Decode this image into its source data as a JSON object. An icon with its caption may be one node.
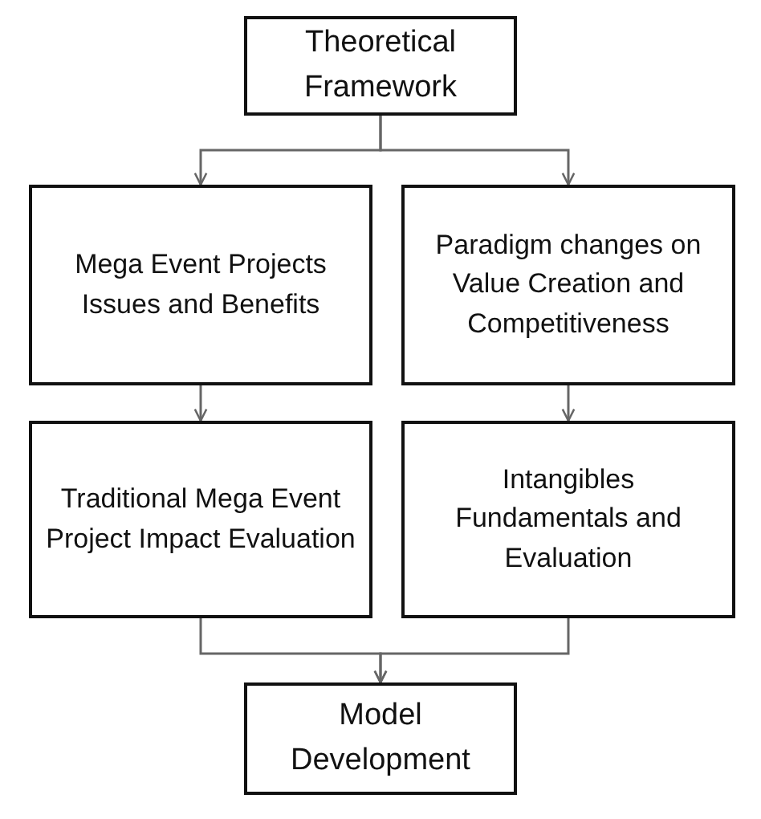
{
  "diagram": {
    "nodes": [
      {
        "text": [
          "Theoretical Framework"
        ]
      },
      {
        "text": [
          "Mega Event Projects Issues and Benefits"
        ]
      },
      {
        "text": [
          "Paradigm changes on Value Creation and Competitiveness"
        ]
      },
      {
        "text": [
          "Traditional Mega Event Project Impact Evaluation"
        ]
      },
      {
        "text": [
          "Intangibles Fundamentals and Evaluation"
        ]
      },
      {
        "text": [
          "Model Development"
        ]
      }
    ],
    "edges": [
      {
        "from": 0,
        "to": 1,
        "arrow": "to"
      },
      {
        "from": 0,
        "to": 2,
        "arrow": "to"
      },
      {
        "from": 1,
        "to": 3,
        "arrow": "to"
      },
      {
        "from": 2,
        "to": 4,
        "arrow": "to"
      },
      {
        "from": 3,
        "to": 5,
        "arrow": "to"
      },
      {
        "from": 4,
        "to": 5,
        "arrow": "to"
      }
    ]
  }
}
